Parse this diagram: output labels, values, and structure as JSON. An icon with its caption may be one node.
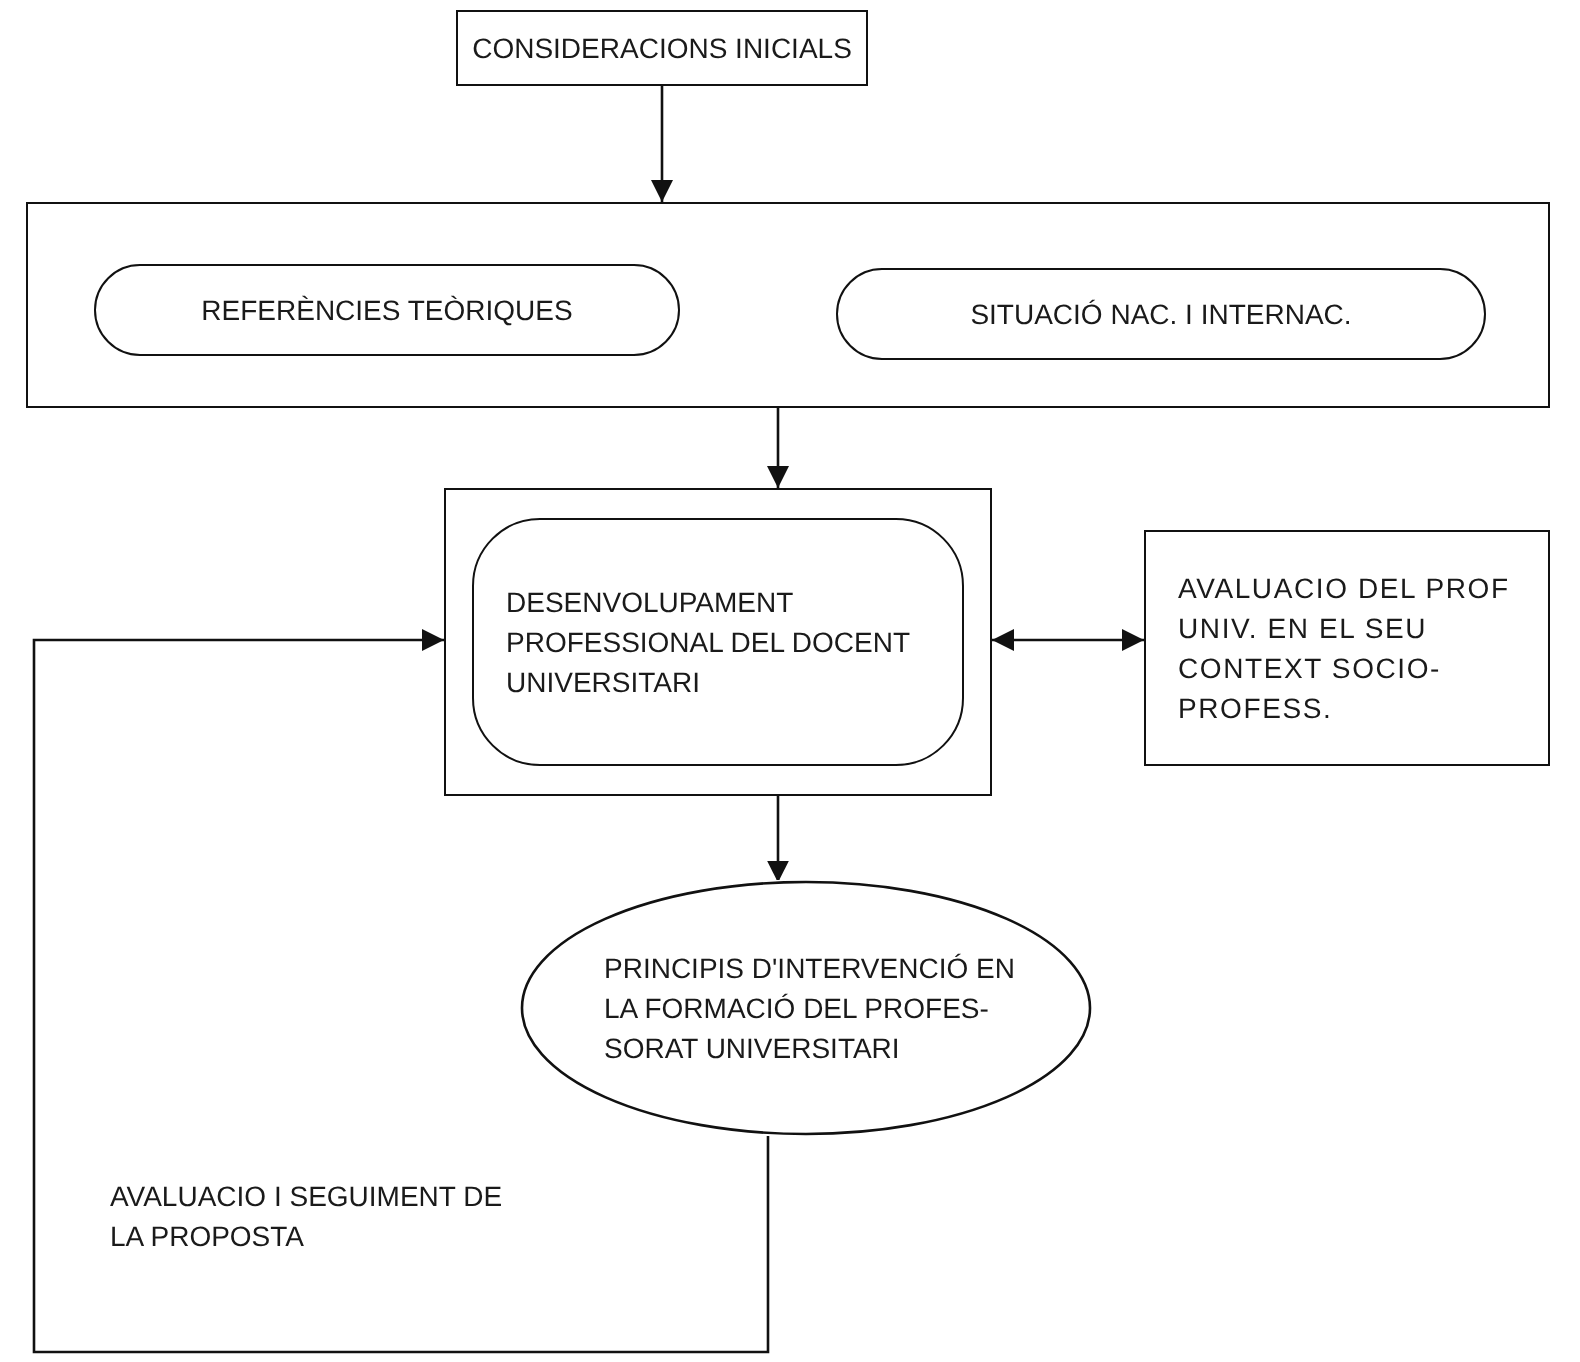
{
  "diagram": {
    "nodes": [
      {
        "text": [
          "CONSIDERACIONS INICIALS"
        ]
      },
      {
        "text": [],
        "shape": "box"
      },
      {
        "text": [
          "REFERÈNCIES TEÒRIQUES"
        ],
        "in": 1
      },
      {
        "text": [
          "SITUACIÓ NAC. I INTERNAC."
        ],
        "in": 1
      },
      {
        "text": [],
        "shape": "box"
      },
      {
        "text": [
          "DESENVOLUPAMENT PROFESSIONAL DEL DOCENT UNIVERSITARI"
        ],
        "in": 4
      },
      {
        "text": [
          "AVALUACIO DEL PROF UNIV. EN EL SEU CONTEXT SOCIO-PROFESS."
        ]
      },
      {
        "text": [
          "PRINCIPIS D'INTERVENCIÓ EN LA FORMACIÓ DEL PROFES- SORAT UNIVERSITARI"
        ]
      }
    ],
    "edges": [
      {
        "from": 0,
        "to": 1,
        "arrow": "to"
      },
      {
        "from": 1,
        "to": 4,
        "arrow": "to"
      },
      {
        "from": 4,
        "to": 6,
        "arrow": "both"
      },
      {
        "from": 4,
        "to": 7,
        "arrow": "to"
      },
      {
        "from": 7,
        "to": 4,
        "arrow": "to",
        "label": "AVALUACIO I SEGUIMENT DE LA PROPOSTA"
      }
    ]
  }
}
